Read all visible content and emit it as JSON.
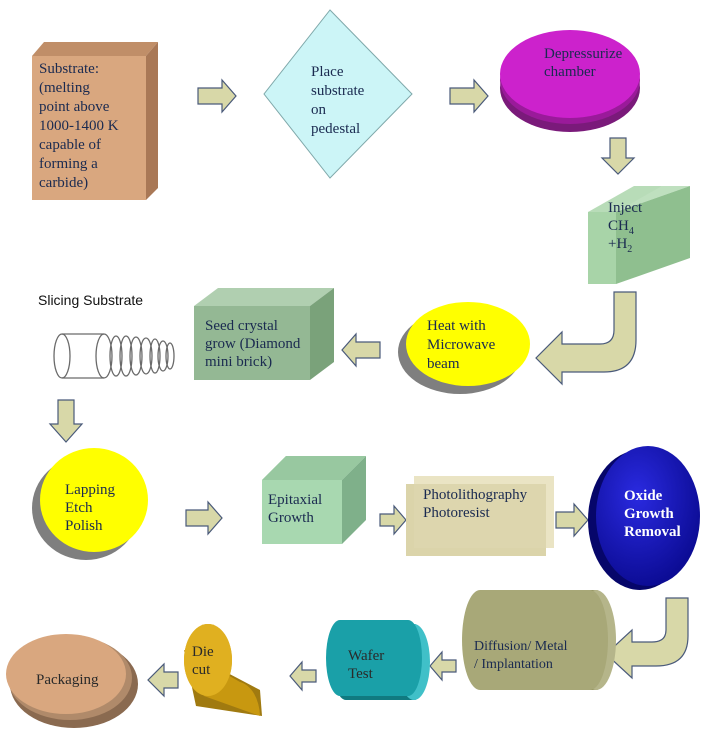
{
  "steps": {
    "substrate": [
      "Substrate:",
      "(melting",
      "point above",
      "1000-1400 K",
      "capable of",
      "forming a",
      "carbide)"
    ],
    "place_substrate": [
      "Place",
      "substrate",
      "on",
      "pedestal"
    ],
    "depressurize": [
      "Depressurize",
      "chamber"
    ],
    "inject_line1": "Inject",
    "inject_ch": "CH",
    "inject_ch_sub": "4",
    "inject_h": "+H",
    "inject_h_sub": "2",
    "heat": [
      "Heat with",
      "Microwave",
      "beam"
    ],
    "seed_crystal": [
      "Seed crystal",
      "grow (Diamond",
      "mini brick)"
    ],
    "slicing": "Slicing Substrate",
    "lapping": [
      "Lapping",
      "Etch",
      "Polish"
    ],
    "epitaxial": [
      "Epitaxial",
      "Growth"
    ],
    "photolithography": [
      "Photolithography",
      "Photoresist"
    ],
    "oxide": [
      "Oxide",
      "Growth",
      "Removal"
    ],
    "diffusion": [
      "Diffusion/ Metal",
      "/ Implantation"
    ],
    "wafer_test": [
      "Wafer",
      "Test"
    ],
    "die_cut": [
      "Die",
      "cut"
    ],
    "packaging": "Packaging"
  },
  "colors": {
    "substrate": "#d9a77f",
    "place": "#ccf5f7",
    "depressurize": "#cc22cc",
    "inject": "#a8d4a8",
    "heat": "#ffff00",
    "seed": "#94b894",
    "lapping": "#ffff00",
    "epitaxial": "#a8d8b0",
    "photo": "#dad3aa",
    "oxide": "#1010c0",
    "diffusion": "#a8a878",
    "wafer": "#1aa0a8",
    "diecut": "#d8a818",
    "packaging": "#d9a77f",
    "arrow": "#d8d8a8"
  }
}
